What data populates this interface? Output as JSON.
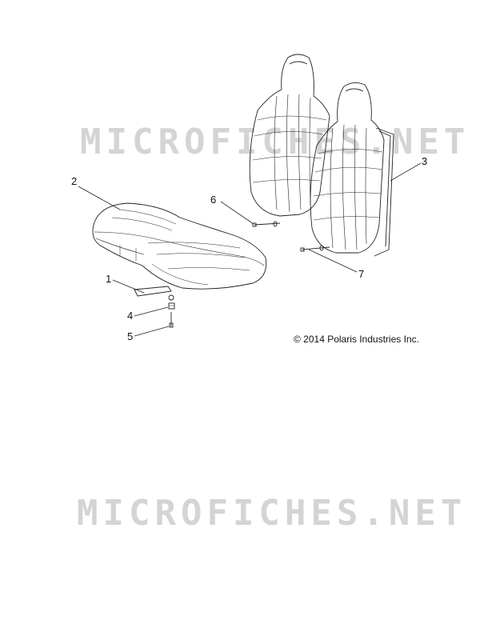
{
  "watermark": {
    "top": "MICROFICHES.NET",
    "bottom": "MICROFICHES.NET"
  },
  "callouts": {
    "c1": "1",
    "c2": "2",
    "c3": "3",
    "c4": "4",
    "c5": "5",
    "c6": "6",
    "c7": "7"
  },
  "copyright": "© 2014 Polaris Industries Inc.",
  "colors": {
    "line": "#222222",
    "watermark": "#d4d4d4",
    "background": "#ffffff"
  }
}
